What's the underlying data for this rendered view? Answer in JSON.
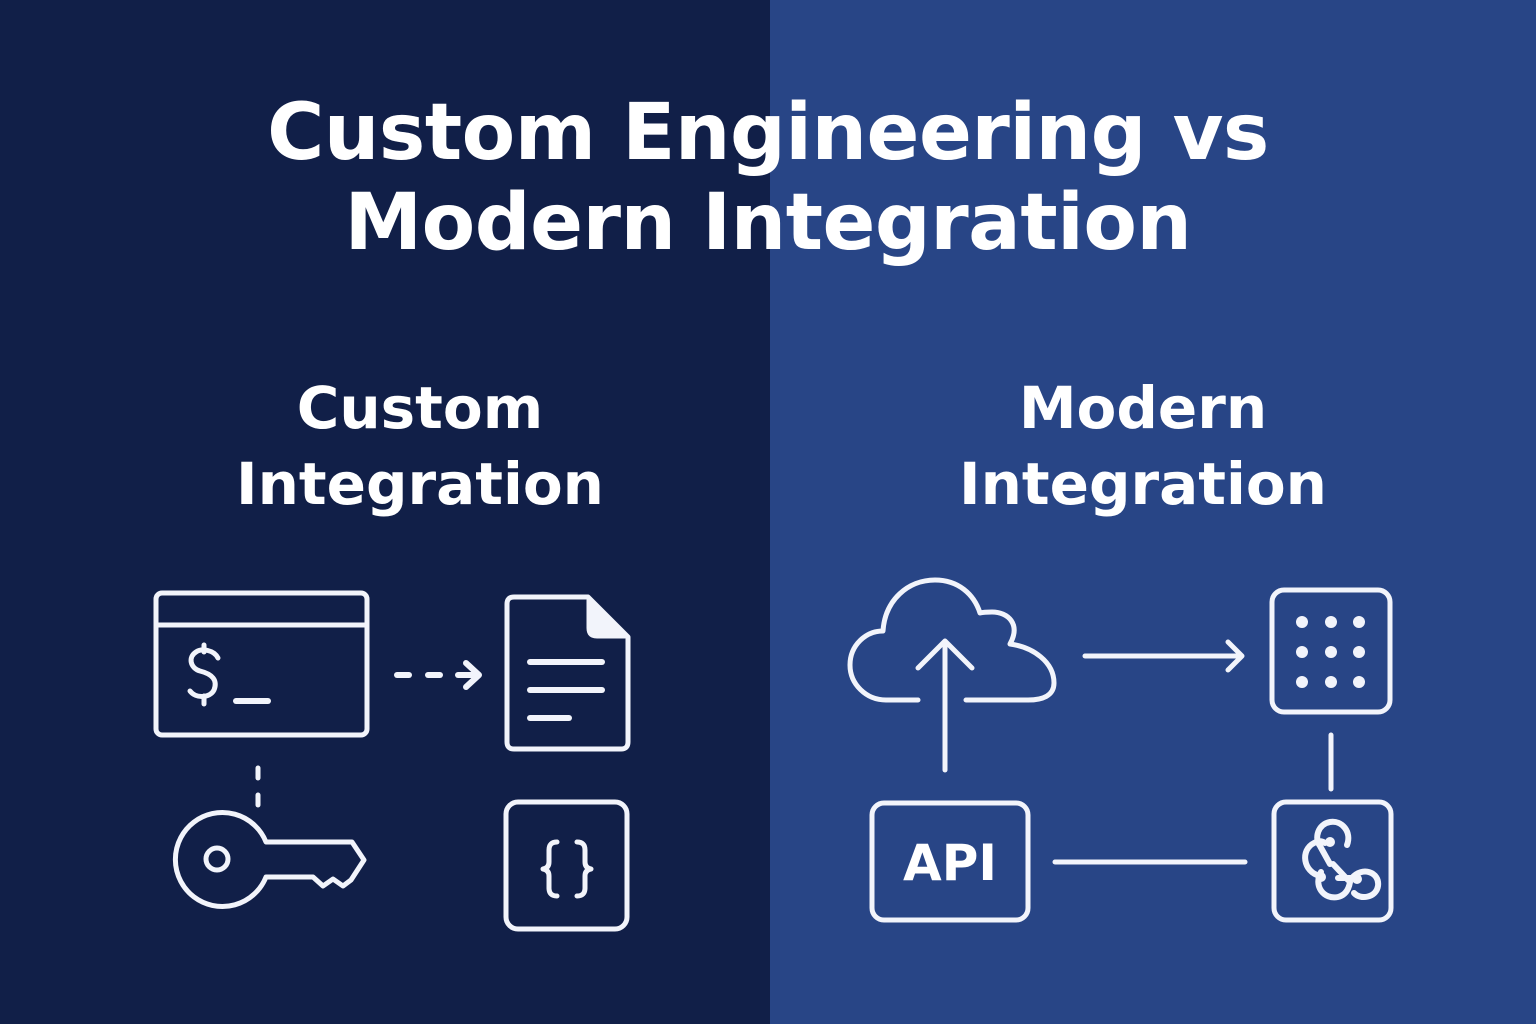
{
  "title": {
    "line1": "Custom Engineering vs",
    "line2": "Modern Integration"
  },
  "colors": {
    "left_background": "#111f48",
    "right_background": "#284586",
    "foreground": "#f2f4fb"
  },
  "left_panel": {
    "heading_line1": "Custom",
    "heading_line2": "Integration",
    "icons": [
      "terminal-window-icon",
      "document-icon",
      "key-icon",
      "code-braces-icon"
    ],
    "terminal_prompt": "$_",
    "braces": "{ }"
  },
  "right_panel": {
    "heading_line1": "Modern",
    "heading_line2": "Integration",
    "icons": [
      "cloud-upload-icon",
      "app-grid-icon",
      "api-box-icon",
      "webhook-icon"
    ],
    "api_label": "API"
  }
}
